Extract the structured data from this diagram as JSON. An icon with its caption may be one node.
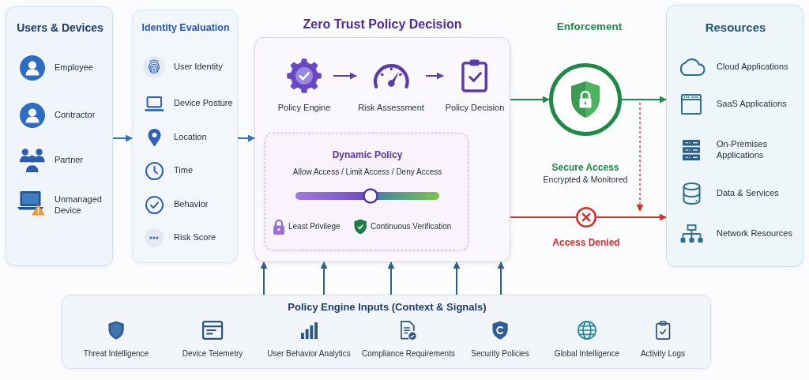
{
  "diagram": {
    "nodes": [
      {
        "text": [
          "Users & Devices",
          "Employee",
          "Contractor",
          "Partner",
          "Unmanaged Device"
        ]
      },
      {
        "text": [
          "Identity Evaluation",
          "User Identity",
          "Device Posture",
          "Location",
          "Time",
          "Behavior",
          "Risk Score"
        ]
      },
      {
        "text": [
          "Zero Trust Policy Decision"
        ]
      },
      {
        "text": [
          "Policy Engine"
        ],
        "in": 2
      },
      {
        "text": [
          "Risk Assessment"
        ],
        "in": 2
      },
      {
        "text": [
          "Policy Decision"
        ],
        "in": 2
      },
      {
        "text": [
          "Dynamic Policy",
          "Allow Access / Limit Access / Deny Access",
          "Least Privilege",
          "Continuous Verification"
        ],
        "in": 2
      },
      {
        "text": [],
        "shape": "circle",
        "beside": [
          "Secure Access",
          "Encrypted & Monitored"
        ]
      },
      {
        "text": [],
        "shape": "circle",
        "beside": [
          "Access Denied"
        ]
      },
      {
        "text": [
          "Resources",
          "Cloud Applications",
          "SaaS Applications",
          "On-Premises Applications",
          "Data & Services",
          "Network Resources"
        ]
      },
      {
        "text": [
          "Policy Engine Inputs (Context & Signals)",
          "Threat Intelligence",
          "Device Telemetry",
          "User Behavior Analytics",
          "Compliance Requirements",
          "Security Policies",
          "Global Intelligence",
          "Activity Logs"
        ]
      }
    ],
    "edges": [
      {
        "from": 0,
        "to": 1,
        "arrow": "to",
        "color": "#2f6fd0"
      },
      {
        "from": 1,
        "to": 2,
        "arrow": "to",
        "color": "#2f6fd0"
      },
      {
        "from": 3,
        "to": 4,
        "arrow": "to",
        "color": "#5b3fb0"
      },
      {
        "from": 4,
        "to": 5,
        "arrow": "to",
        "color": "#5b3fb0"
      },
      {
        "from": 2,
        "to": 7,
        "arrow": "to",
        "color": "#1e8a45"
      },
      {
        "from": 7,
        "to": 9,
        "arrow": "to",
        "color": "#1e8a45"
      },
      {
        "from": 2,
        "to": 8,
        "arrow": "none",
        "color": "#d32f2f"
      },
      {
        "from": 8,
        "to": 9,
        "arrow": "to",
        "color": "#d32f2f"
      },
      {
        "from": 10,
        "to": 2,
        "arrow": "to"
      },
      {
        "from": 10,
        "to": 2,
        "arrow": "to"
      },
      {
        "from": 10,
        "to": 2,
        "arrow": "to"
      },
      {
        "from": 10,
        "to": 2,
        "arrow": "to"
      },
      {
        "from": 10,
        "to": 2,
        "arrow": "to"
      }
    ],
    "labels": [
      "Enforcement"
    ]
  }
}
